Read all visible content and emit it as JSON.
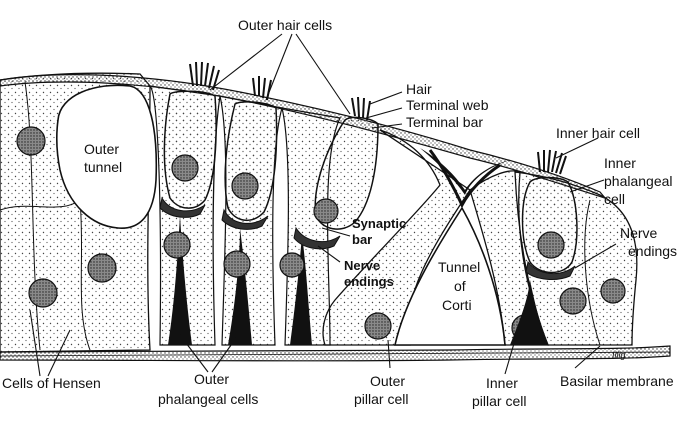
{
  "diagram": {
    "colors": {
      "ink": "#111111",
      "paper": "#ffffff",
      "stipple": "#555555"
    },
    "labels": {
      "outer_hair_cells": "Outer hair cells",
      "hair": "Hair",
      "terminal_web": "Terminal web",
      "terminal_bar": "Terminal bar",
      "inner_hair_cell": "Inner hair cell",
      "inner_phalangeal_cell_line1": "Inner",
      "inner_phalangeal_cell_line2": "phalangeal",
      "inner_phalangeal_cell_line3": "cell",
      "outer_tunnel_line1": "Outer",
      "outer_tunnel_line2": "tunnel",
      "synaptic_bar_line1": "Synaptic",
      "synaptic_bar_line2": "bar",
      "nerve_endings_center_line1": "Nerve",
      "nerve_endings_center_line2": "endings",
      "nerve_endings_right_line1": "Nerve",
      "nerve_endings_right_line2": "endings",
      "tunnel_of_corti_line1": "Tunnel",
      "tunnel_of_corti_line2": "of",
      "tunnel_of_corti_line3": "Corti",
      "cells_of_hensen": "Cells of Hensen",
      "outer_phalangeal_cells_line1": "Outer",
      "outer_phalangeal_cells_line2": "phalangeal cells",
      "outer_pillar_cell_line1": "Outer",
      "outer_pillar_cell_line2": "pillar cell",
      "inner_pillar_cell_line1": "Inner",
      "inner_pillar_cell_line2": "pillar cell",
      "basilar_membrane": "Basilar membrane",
      "signature": "Illig"
    }
  }
}
